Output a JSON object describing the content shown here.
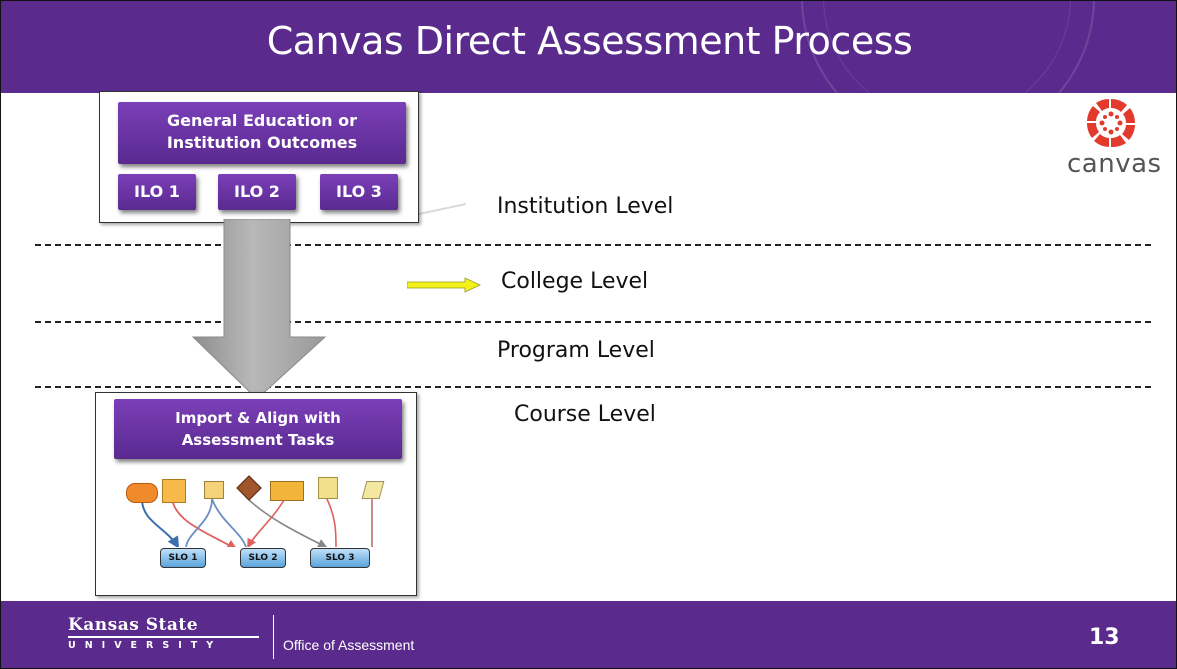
{
  "slide": {
    "title": "Canvas Direct Assessment Process",
    "page_number": "13"
  },
  "footer": {
    "university_name": "Kansas State",
    "university_word": "UNIVERSITY",
    "office": "Office of Assessment"
  },
  "logo": {
    "word": "canvas",
    "color": "#e23b2e"
  },
  "top_box": {
    "heading_line1": "General Education or",
    "heading_line2": "Institution Outcomes",
    "ilos": [
      "ILO 1",
      "ILO 2",
      "ILO 3"
    ]
  },
  "levels": {
    "institution": "Institution Level",
    "college": "College Level",
    "program": "Program Level",
    "course": "Course Level"
  },
  "bottom_box": {
    "heading_line1": "Import & Align with",
    "heading_line2": "Assessment Tasks",
    "slos": [
      "SLO 1",
      "SLO 2",
      "SLO 3"
    ]
  },
  "colors": {
    "brand_purple": "#5a2b8c",
    "button_purple": "#6b35a6",
    "arrow_gray": "#a9a9a9",
    "college_arrow": "#f2f21a"
  },
  "icons": {
    "down_arrow": "down-arrow-icon",
    "college_arrow": "right-arrow-icon",
    "task_icons": [
      "discussion-icon",
      "assignment-icon",
      "note-icon",
      "quiz-icon",
      "assignment-icon",
      "file-icon",
      "page-icon"
    ]
  }
}
